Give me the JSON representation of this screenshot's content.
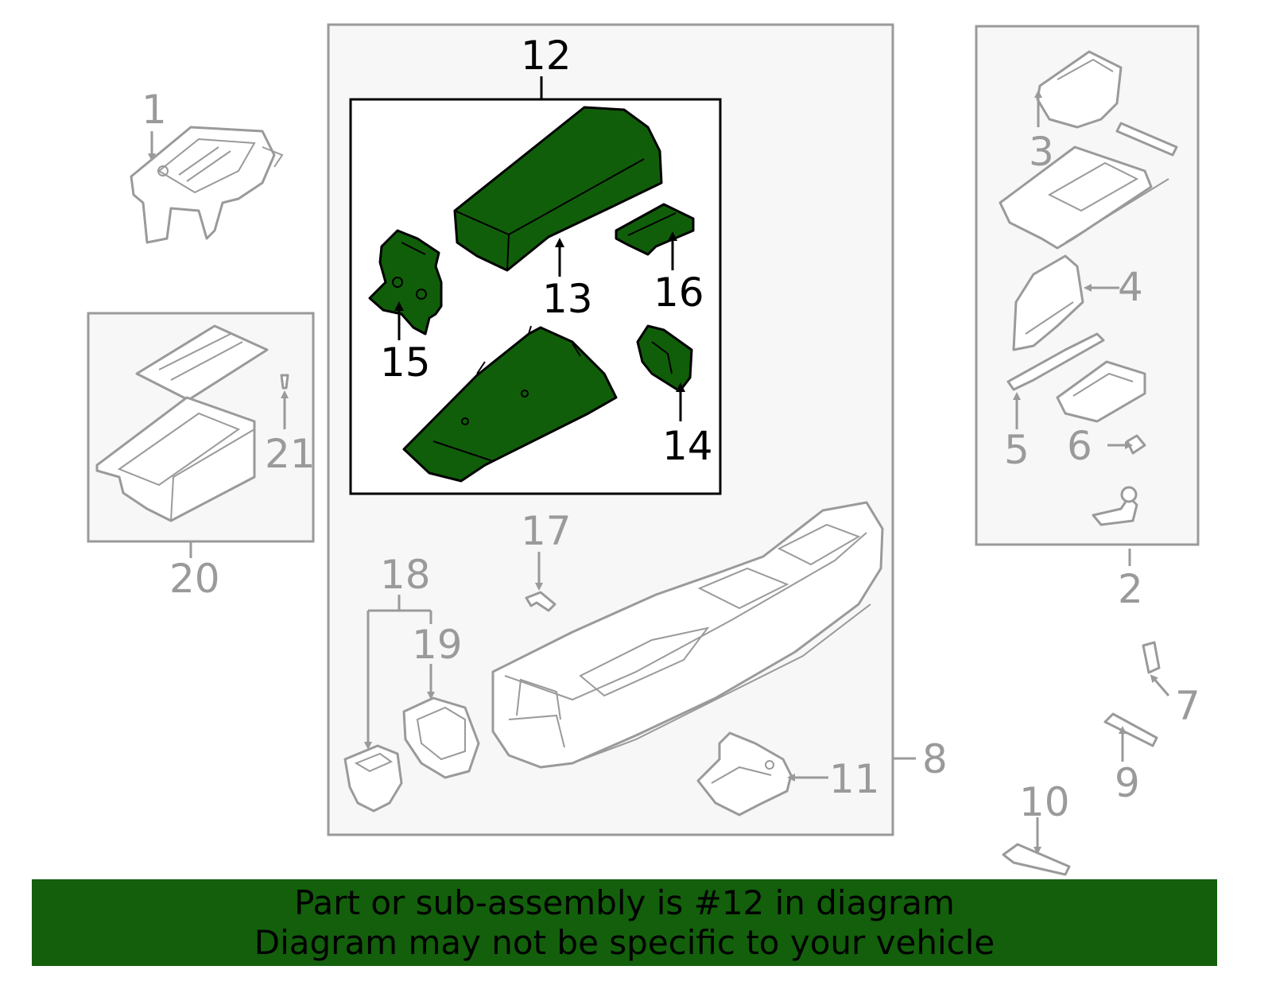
{
  "diagram": {
    "highlight_color": "#115e0a",
    "callouts": {
      "c1": "1",
      "c2": "2",
      "c3": "3",
      "c4": "4",
      "c5": "5",
      "c6": "6",
      "c7": "7",
      "c8": "8",
      "c9": "9",
      "c10": "10",
      "c11": "11",
      "c12": "12",
      "c13": "13",
      "c14": "14",
      "c15": "15",
      "c16": "16",
      "c17": "17",
      "c18": "18",
      "c19": "19",
      "c20": "20",
      "c21": "21"
    }
  },
  "notice": {
    "line1": "Part or sub-assembly is #12 in diagram",
    "line2": "Diagram may not be specific to your vehicle"
  }
}
